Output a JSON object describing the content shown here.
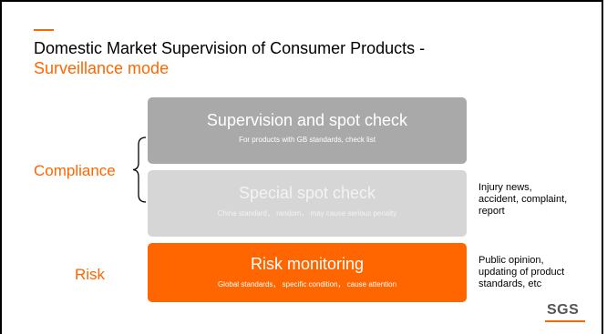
{
  "title": {
    "line1": "Domestic Market Supervision of Consumer Products -",
    "line2": "Surveillance mode"
  },
  "boxes": [
    {
      "title": "Supervision and spot check",
      "desc": "For products with GB standards, check list"
    },
    {
      "title": "Special spot check",
      "desc": "China standard， random， may cause serious penalty"
    },
    {
      "title": "Risk monitoring",
      "desc": "Global standards， specific condition， cause attention"
    }
  ],
  "labels": {
    "compliance": "Compliance",
    "risk": "Risk"
  },
  "notes": {
    "special": "Injury news,\naccident, complaint,\nreport",
    "risk": "Public opinion,\nupdating of product\nstandards, etc"
  },
  "logo": {
    "text": "SGS"
  },
  "colors": {
    "accent": "#ff6600",
    "box1": "#a9a9a9",
    "box2": "#d6d6d6",
    "box3": "#ff6600"
  }
}
